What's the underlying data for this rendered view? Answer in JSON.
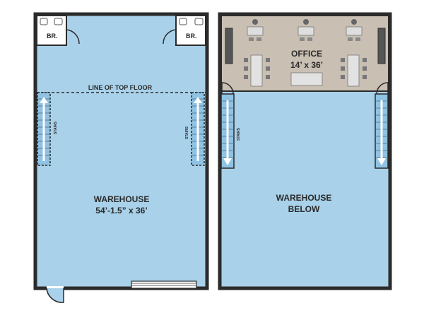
{
  "plan_left": {
    "bathroom_left_label": "BR.",
    "bathroom_right_label": "BR.",
    "top_floor_line_label": "LINE OF TOP FLOOR",
    "stairs_left_label": "STAIRS",
    "stairs_right_label": "STAIRS",
    "warehouse_title": "WAREHOUSE",
    "warehouse_dims": "54’-1.5” x 36’"
  },
  "plan_right": {
    "office_title": "OFFICE",
    "office_dims": "14’ x 36’",
    "stairs_label": "STAIRS",
    "warehouse_title": "WAREHOUSE",
    "warehouse_subtitle": "BELOW"
  },
  "colors": {
    "warehouse_fill": "#a9d1ea",
    "office_fill": "#c9bfb3",
    "wall": "#2b2b2b",
    "stair_fill": "#8fc2e3"
  }
}
